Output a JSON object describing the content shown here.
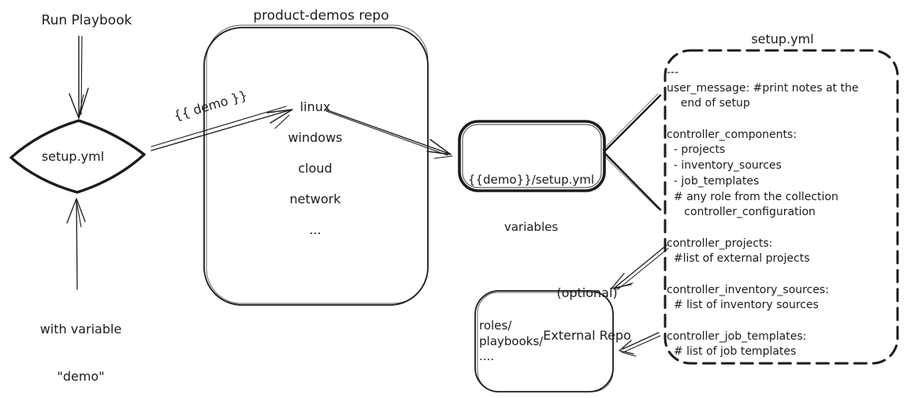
{
  "colors": {
    "ink": "#1c1c1c",
    "background": "#ffffff"
  },
  "left_flow": {
    "run_playbook": "Run Playbook",
    "diamond": "setup.yml",
    "with_variable": [
      "with variable",
      "\"demo\""
    ]
  },
  "repo": {
    "title": "product-demos repo",
    "items": [
      "linux",
      "windows",
      "cloud",
      "network",
      "..."
    ]
  },
  "demo_arrow_label": "{{ demo }}",
  "variables_box": {
    "lines": [
      "{{demo}}/setup.yml",
      "variables"
    ]
  },
  "setup_yml": {
    "title": "setup.yml",
    "lines": [
      "---",
      "user_message: #print notes at the",
      "    end of setup",
      "",
      "controller_components:",
      "  - projects",
      "  - inventory_sources",
      "  - job_templates",
      "  # any role from the collection",
      "     controller_configuration",
      "",
      "controller_projects:",
      "  #list of external projects",
      "",
      "controller_inventory_sources:",
      "  # list of inventory sources",
      "",
      "controller_job_templates:",
      "  # list of job templates"
    ]
  },
  "external_repo": {
    "title": [
      "(optional)",
      "External Repo"
    ],
    "lines": [
      "roles/",
      "playbooks/",
      "...."
    ]
  }
}
